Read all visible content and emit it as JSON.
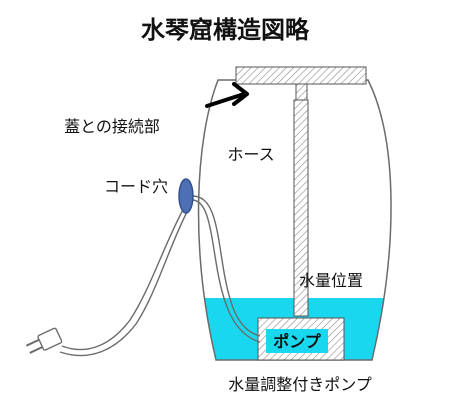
{
  "diagram": {
    "title": "水琴窟構造図略",
    "labels": {
      "lid_joint": "蓋との接続部",
      "hose": "ホース",
      "cord_hole": "コード穴",
      "water_level": "水量位置",
      "pump": "ポンプ",
      "pump_caption": "水量調整付きポンプ"
    }
  },
  "colors": {
    "water": "#19d7ee",
    "cord_hole": "#4d6fb4",
    "outline": "#6b6b6b",
    "hatch": "#8a8a8a",
    "text": "#111111"
  }
}
